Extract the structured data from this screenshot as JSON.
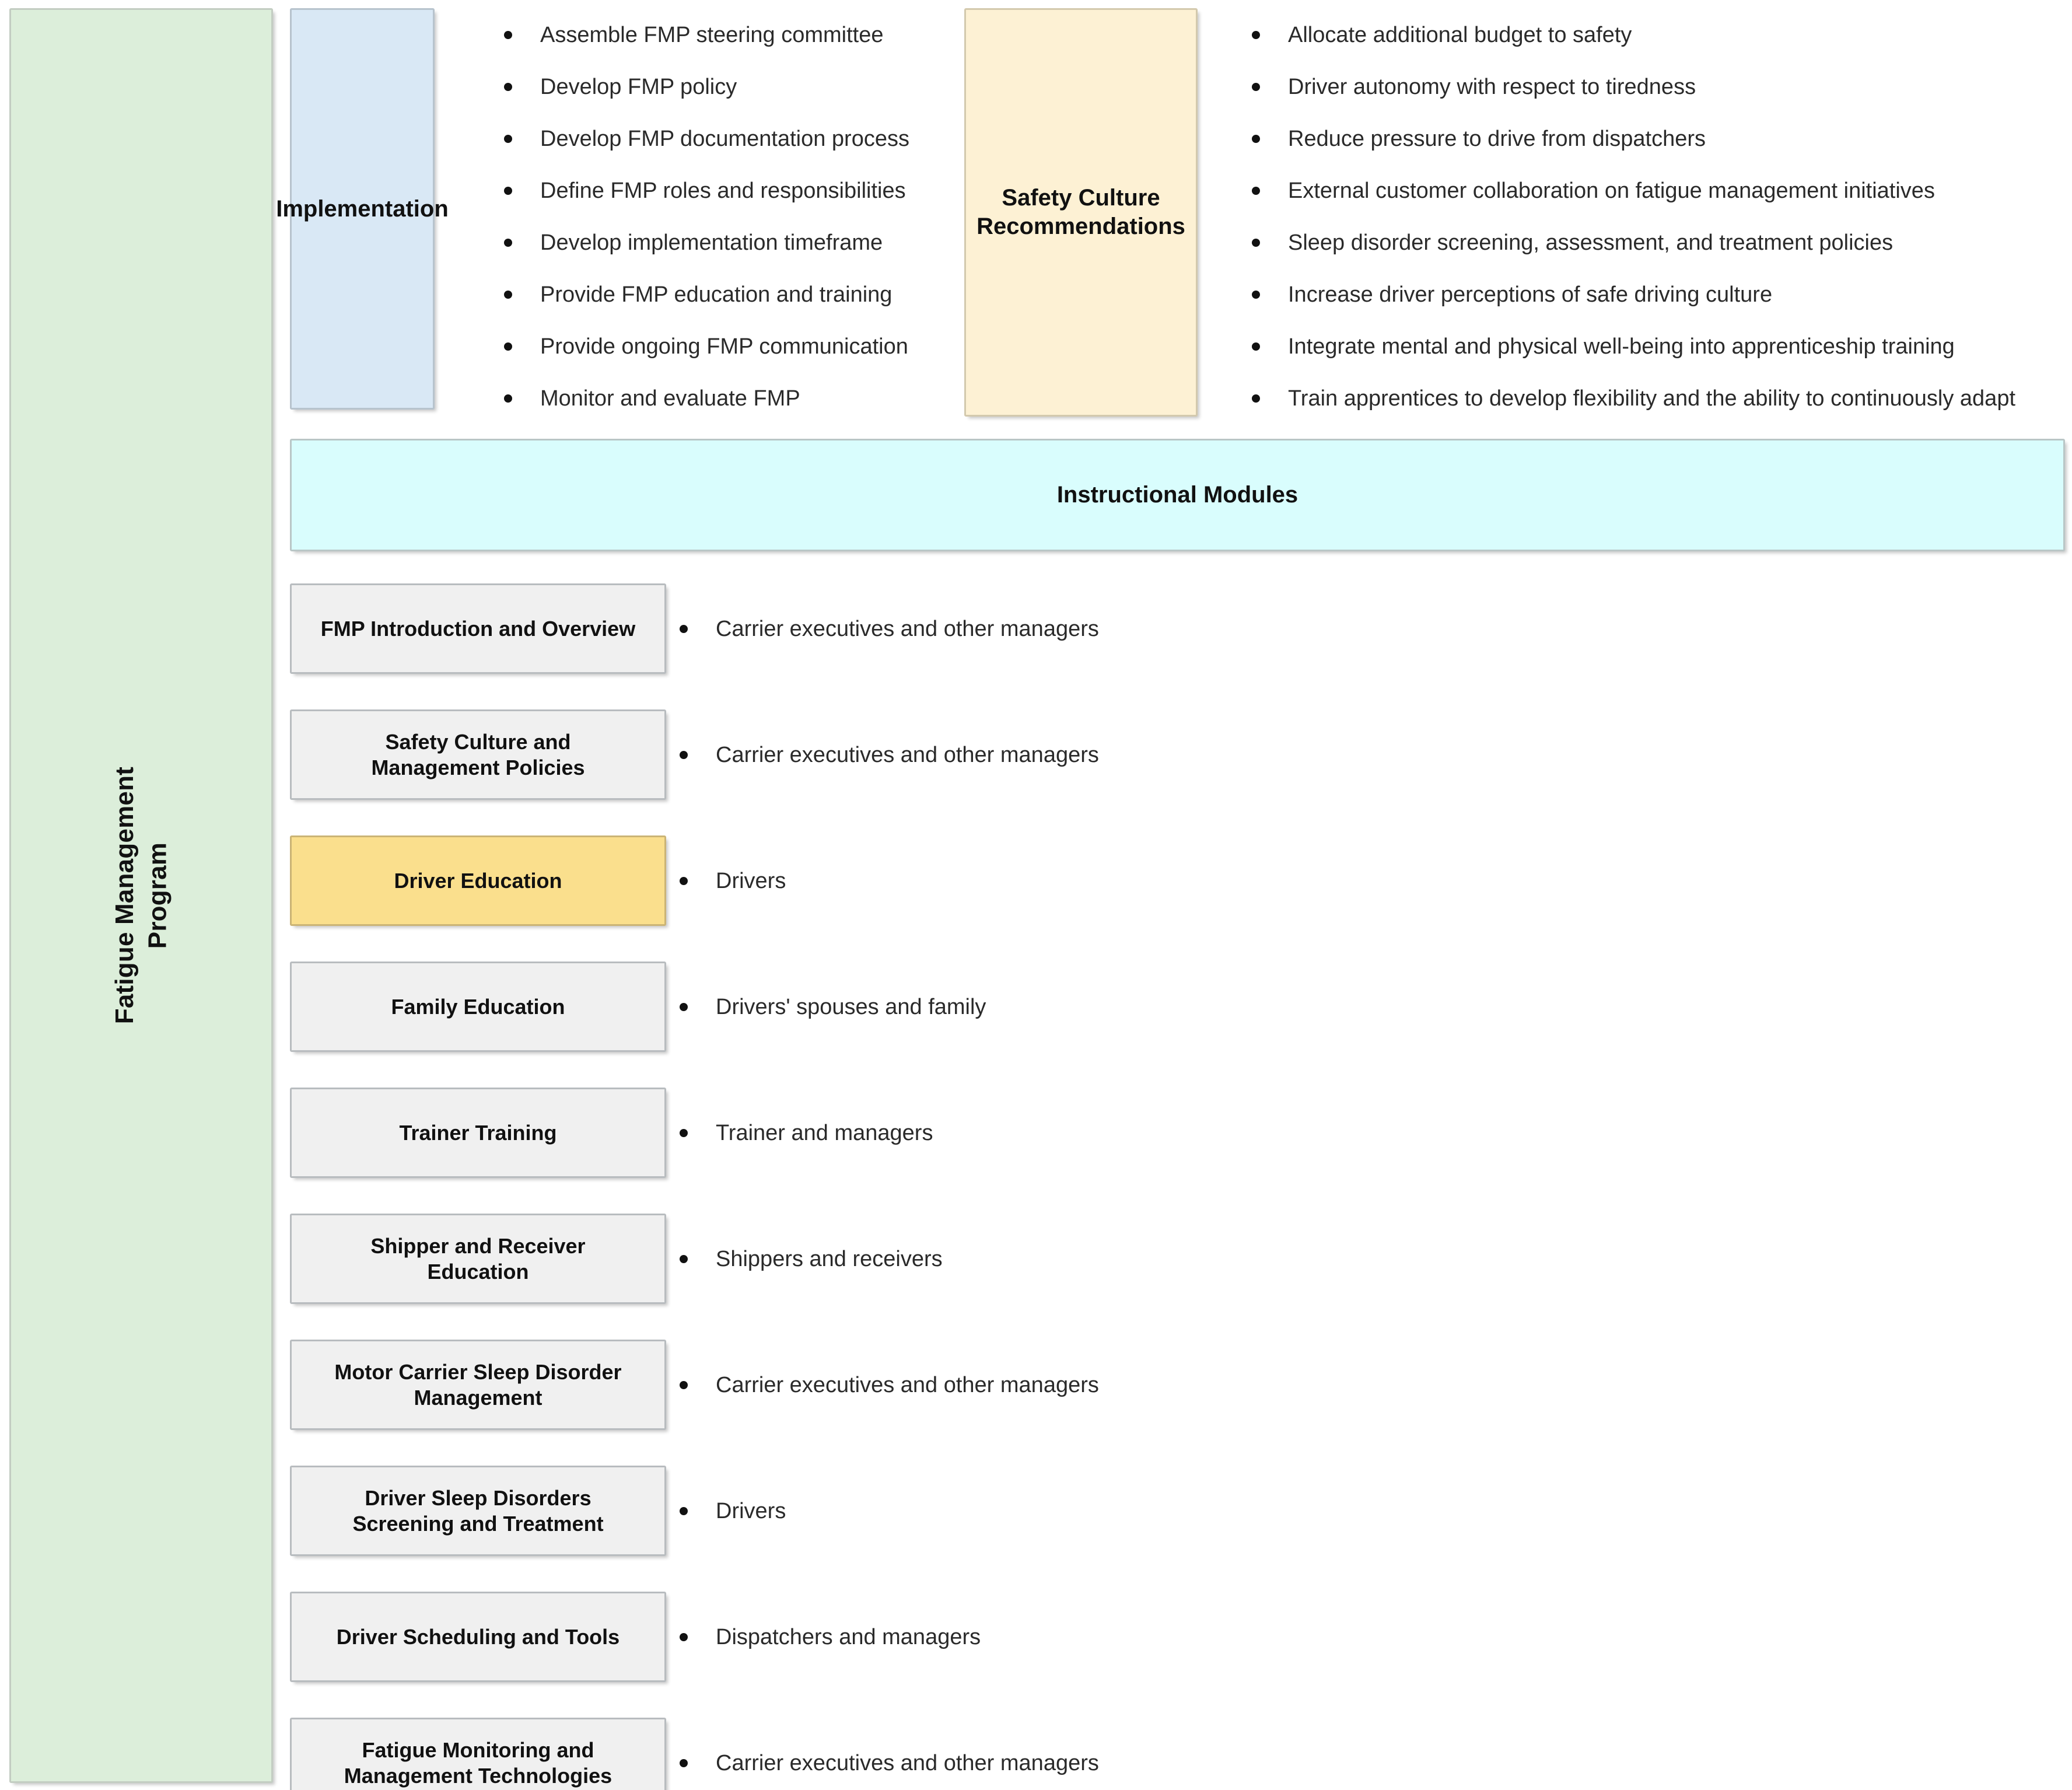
{
  "program": {
    "label": "Fatigue Management\nProgram",
    "color": "#dceeda"
  },
  "implementation": {
    "title": "Implementation",
    "color": "#d9e8f5",
    "bullets": [
      "Assemble FMP steering committee",
      "Develop FMP policy",
      "Develop FMP documentation process",
      "Define FMP roles and responsibilities",
      "Develop implementation timeframe",
      "Provide FMP education and training",
      "Provide ongoing FMP communication",
      "Monitor and evaluate FMP"
    ]
  },
  "safety_culture": {
    "title": "Safety Culture\nRecommendations",
    "color": "#fdf1d4",
    "bullets": [
      "Allocate additional budget to safety",
      "Driver autonomy with respect to tiredness",
      "Reduce pressure to drive from dispatchers",
      "External customer collaboration on fatigue management initiatives",
      "Sleep disorder screening, assessment, and treatment policies",
      "Increase driver perceptions of safe driving culture",
      "Integrate mental and physical well-being into apprenticeship training",
      "Train apprentices to develop flexibility and the ability to continuously adapt"
    ]
  },
  "instructional_modules": {
    "banner_title": "Instructional Modules",
    "banner_color": "#d9fdfd",
    "highlight_color": "#fadf8d",
    "default_color": "#f0f0f0",
    "modules": [
      {
        "title": "FMP Introduction and Overview",
        "audience": "Carrier executives and other managers",
        "highlighted": false
      },
      {
        "title": "Safety Culture and\nManagement Policies",
        "audience": "Carrier executives and other managers",
        "highlighted": false
      },
      {
        "title": "Driver Education",
        "audience": "Drivers",
        "highlighted": true
      },
      {
        "title": "Family Education",
        "audience": "Drivers' spouses and family",
        "highlighted": false
      },
      {
        "title": "Trainer Training",
        "audience": "Trainer and managers",
        "highlighted": false
      },
      {
        "title": "Shipper and Receiver\nEducation",
        "audience": "Shippers and receivers",
        "highlighted": false
      },
      {
        "title": "Motor Carrier Sleep Disorder\nManagement",
        "audience": "Carrier executives and other managers",
        "highlighted": false
      },
      {
        "title": "Driver Sleep Disorders\nScreening and Treatment",
        "audience": "Drivers",
        "highlighted": false
      },
      {
        "title": "Driver Scheduling and Tools",
        "audience": "Dispatchers and managers",
        "highlighted": false
      },
      {
        "title": "Fatigue Monitoring and\nManagement Technologies",
        "audience": "Carrier executives and other managers",
        "highlighted": false
      }
    ]
  }
}
